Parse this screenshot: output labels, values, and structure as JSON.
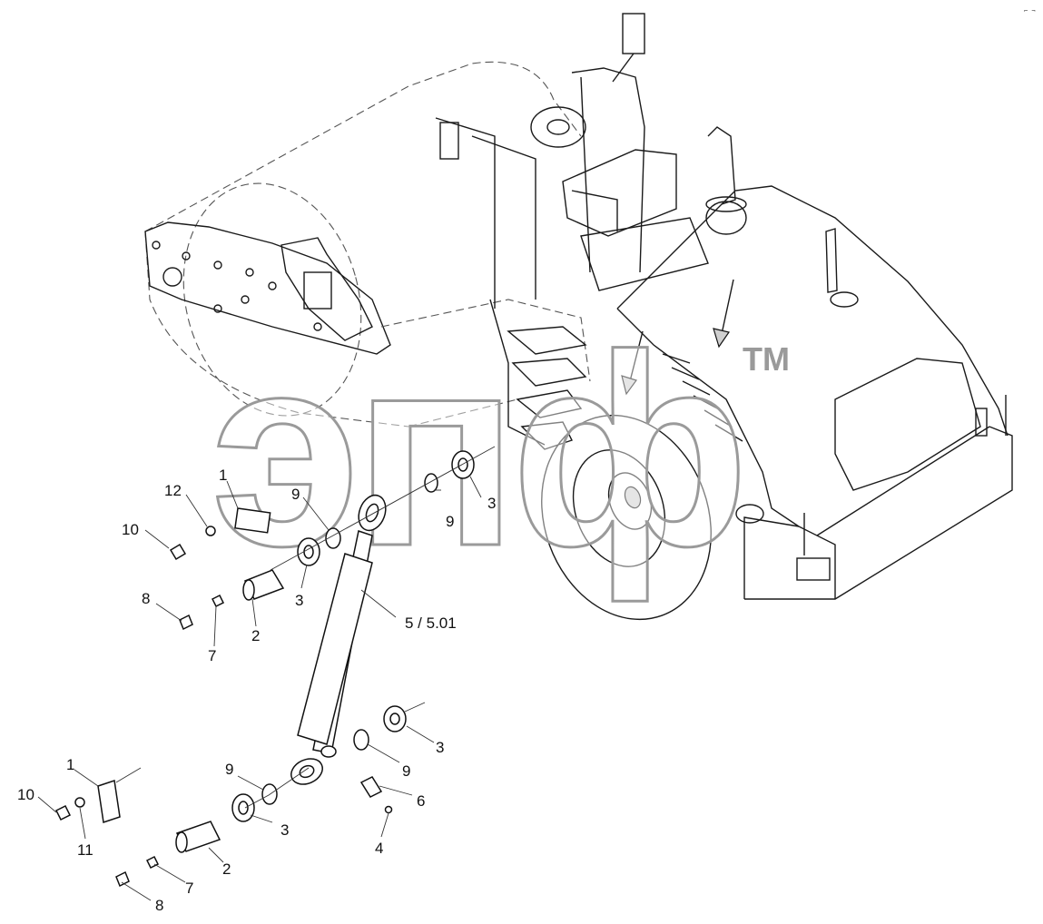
{
  "diagram": {
    "callouts": [
      {
        "id": "c-1-upper",
        "text": "1"
      },
      {
        "id": "c-12",
        "text": "12"
      },
      {
        "id": "c-10-upper",
        "text": "10"
      },
      {
        "id": "c-9-upper-left",
        "text": "9"
      },
      {
        "id": "c-9-upper-right",
        "text": "9"
      },
      {
        "id": "c-3-upper-right",
        "text": "3"
      },
      {
        "id": "c-3-upper-left",
        "text": "3"
      },
      {
        "id": "c-8-upper",
        "text": "8"
      },
      {
        "id": "c-2-upper",
        "text": "2"
      },
      {
        "id": "c-7-upper",
        "text": "7"
      },
      {
        "id": "c-5",
        "text": "5 / 5.01"
      },
      {
        "id": "c-3-lower-right",
        "text": "3"
      },
      {
        "id": "c-9-lower-right",
        "text": "9"
      },
      {
        "id": "c-1-lower",
        "text": "1"
      },
      {
        "id": "c-9-lower-left",
        "text": "9"
      },
      {
        "id": "c-6",
        "text": "6"
      },
      {
        "id": "c-10-lower",
        "text": "10"
      },
      {
        "id": "c-3-lower-left",
        "text": "3"
      },
      {
        "id": "c-11",
        "text": "11"
      },
      {
        "id": "c-4",
        "text": "4"
      },
      {
        "id": "c-2-lower",
        "text": "2"
      },
      {
        "id": "c-7-lower",
        "text": "7"
      },
      {
        "id": "c-8-lower",
        "text": "8"
      }
    ],
    "watermark": "эпф",
    "trademark": "TM"
  }
}
